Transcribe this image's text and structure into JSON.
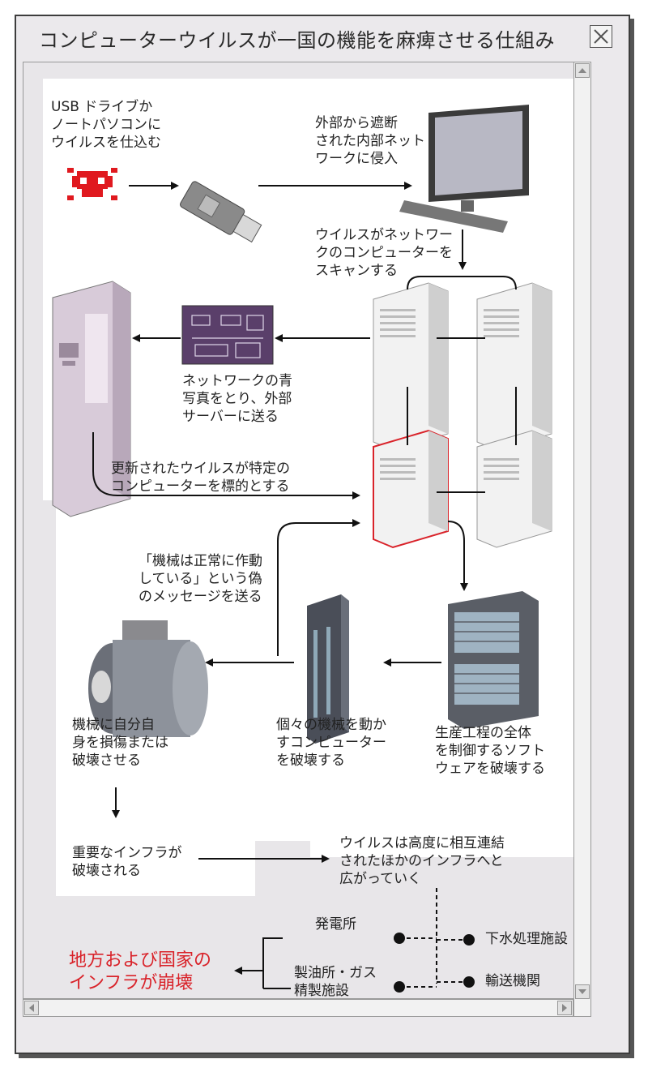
{
  "window": {
    "title": "コンピューターウイルスが一国の機能を麻痺させる仕組み"
  },
  "labels": {
    "usb": [
      "USB ドライブか",
      "ノートパソコンに",
      "ウイルスを仕込む"
    ],
    "internal": [
      "外部から遮断",
      "された内部ネット",
      "ワークに侵入"
    ],
    "scan": [
      "ウイルスがネットワー",
      "クのコンピューターを",
      "スキャンする"
    ],
    "blueprint": [
      "ネットワークの青",
      "写真をとり、外部",
      "サーバーに送る"
    ],
    "target": [
      "更新されたウイルスが特定の",
      "コンピューターを標的とする"
    ],
    "fake_message": [
      "「機械は正常に作動",
      "している」という偽",
      "のメッセージを送る"
    ],
    "damage_self": [
      "機械に自分自",
      "身を損傷または",
      "破壊させる"
    ],
    "destroy_controller": [
      "個々の機械を動か",
      "すコンピューター",
      "を破壊する"
    ],
    "destroy_software": [
      "生産工程の全体",
      "を制御するソフト",
      "ウェアを破壊する"
    ],
    "infra_destroyed": [
      "重要なインフラが",
      "破壊される"
    ],
    "spread": [
      "ウイルスは高度に相互連結",
      "されたほかのインフラへと",
      "広がっていく"
    ],
    "power_plant": [
      "発電所"
    ],
    "refinery": [
      "製油所・ガス",
      "精製施設"
    ],
    "sewage": [
      "下水処理施設"
    ],
    "transport": [
      "輸送機関"
    ],
    "collapse": [
      "地方および国家の",
      "インフラが崩壊"
    ]
  },
  "icons": [
    "skull-icon",
    "usb-drive-icon",
    "desktop-computer-icon",
    "server-icon",
    "blueprint-icon",
    "motor-icon",
    "controller-icon",
    "control-rack-icon"
  ],
  "colors": {
    "accent_red": "#d9232a",
    "window_bg": "#ebe9ec",
    "panel_white": "#ffffff"
  }
}
